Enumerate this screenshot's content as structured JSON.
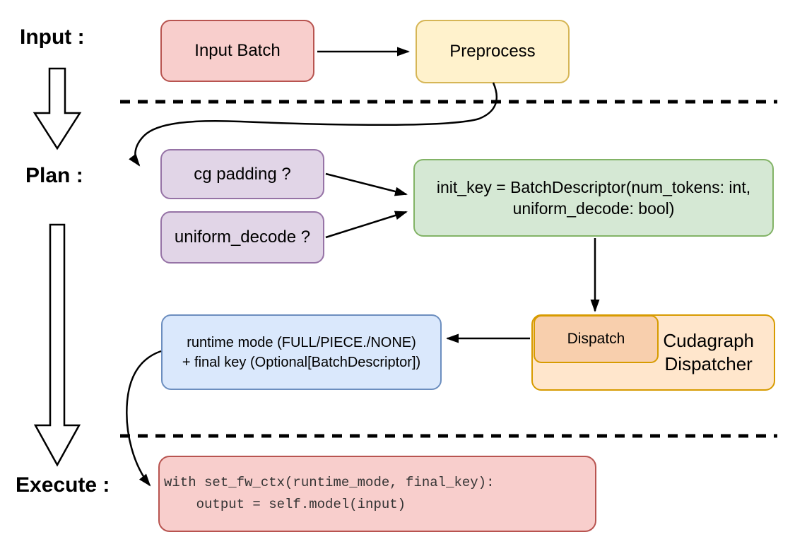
{
  "labels": {
    "input": "Input :",
    "plan": "Plan :",
    "execute": "Execute :"
  },
  "nodes": {
    "input_batch": "Input Batch",
    "preprocess": "Preprocess",
    "cg_padding": "cg padding ?",
    "uniform_decode": "uniform_decode ?",
    "init_key_line1": "init_key = BatchDescriptor(num_tokens: int,",
    "init_key_line2": "uniform_decode: bool)",
    "dispatch": "Dispatch",
    "dispatcher_line1": "Cudagraph",
    "dispatcher_line2": "Dispatcher",
    "runtime_line1": "runtime mode (FULL/PIECE./NONE)",
    "runtime_line2": "+ final key (Optional[BatchDescriptor])",
    "code_line1": "with set_fw_ctx(runtime_mode, final_key):",
    "code_line2": "    output = self.model(input)"
  },
  "colors": {
    "red_fill": "#f8cecc",
    "red_stroke": "#b85450",
    "yellow_fill": "#fff2cc",
    "yellow_stroke": "#d6b656",
    "purple_fill": "#e1d5e7",
    "purple_stroke": "#9673a6",
    "green_fill": "#d5e8d4",
    "green_stroke": "#82b366",
    "orange_fill": "#ffe6cc",
    "orange_stroke": "#d79b00",
    "orange_inner_fill": "#f8cfad",
    "blue_fill": "#dae8fc",
    "blue_stroke": "#6c8ebf",
    "connector": "#000000"
  }
}
